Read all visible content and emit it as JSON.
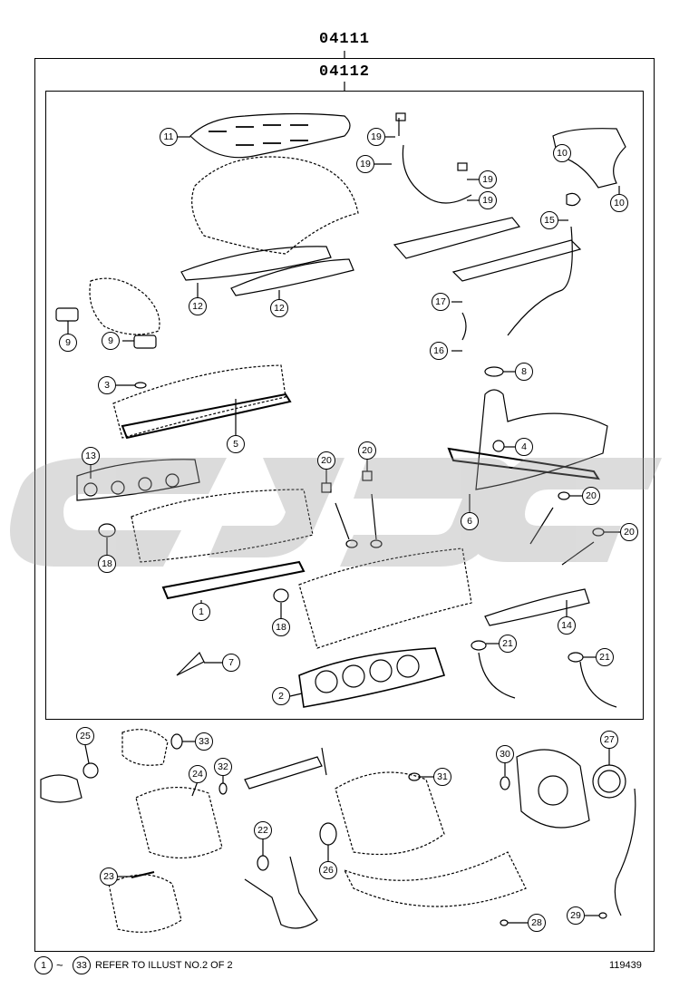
{
  "titles": {
    "outer": "04111",
    "inner": "04112"
  },
  "footer": {
    "range_start": "1",
    "range_sep": "~",
    "range_end": "33",
    "note": "REFER TO ILLUST NO.2 OF 2",
    "illustration_id": "119439"
  },
  "callouts": [
    "11",
    "19",
    "19",
    "19",
    "19",
    "10",
    "10",
    "15",
    "12",
    "12",
    "17",
    "9",
    "9",
    "16",
    "8",
    "3",
    "5",
    "4",
    "13",
    "20",
    "20",
    "20",
    "6",
    "20",
    "18",
    "1",
    "18",
    "14",
    "7",
    "21",
    "21",
    "2",
    "25",
    "33",
    "32",
    "24",
    "31",
    "30",
    "27",
    "22",
    "26",
    "23",
    "28",
    "29"
  ],
  "icons": {
    "watermark": "brand-logo-watermark",
    "parts": "gasket-part-icon"
  }
}
